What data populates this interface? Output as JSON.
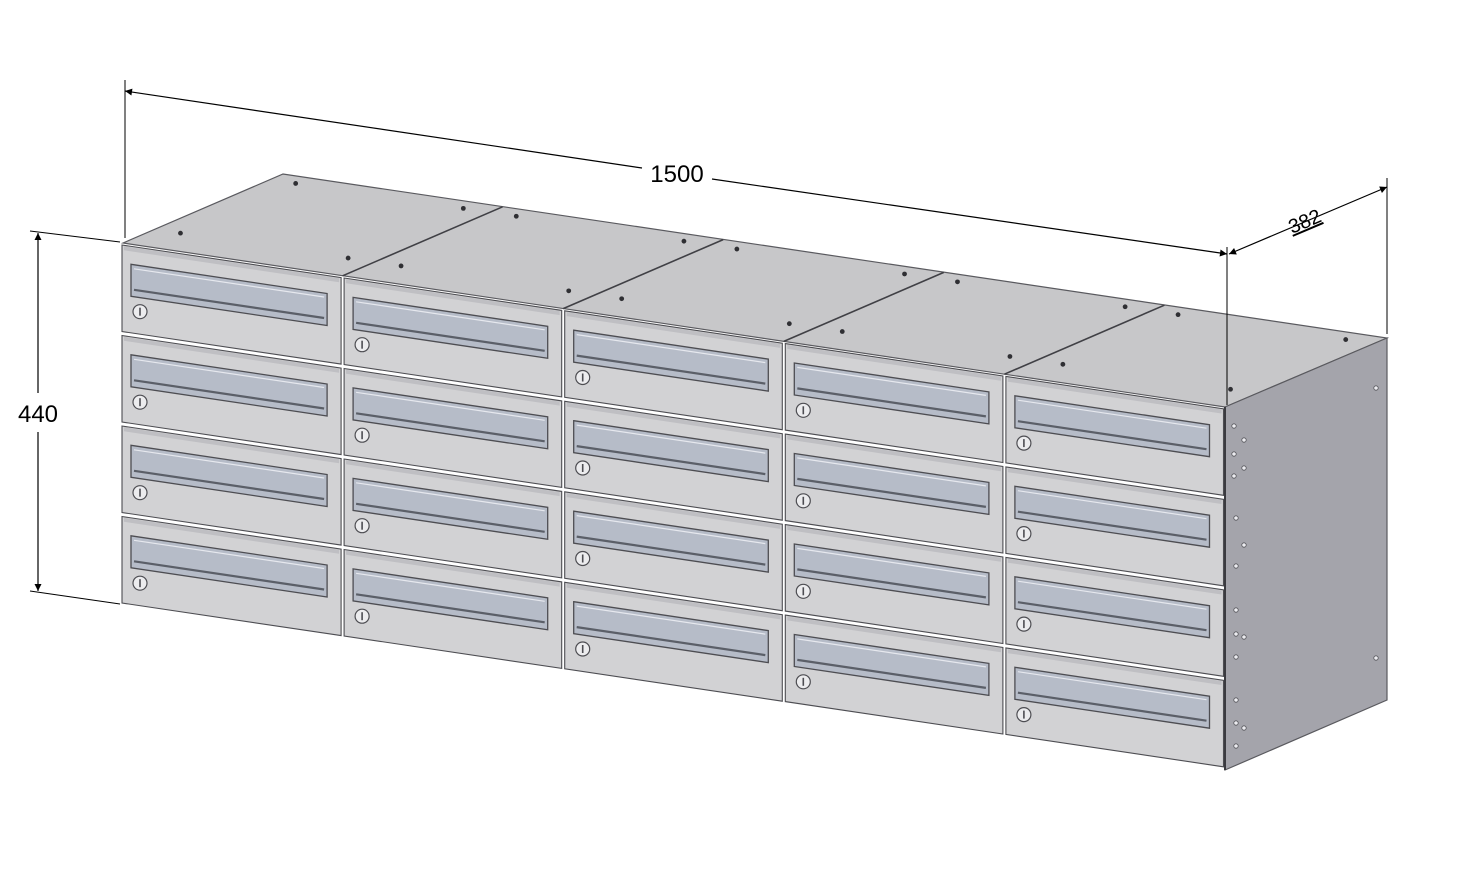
{
  "dimensions": {
    "width": "1500",
    "height": "440",
    "depth": "382"
  },
  "grid": {
    "columns": 5,
    "rows": 4
  },
  "colors": {
    "front_panel": "#d2d2d4",
    "top_panel": "#c7c7c9",
    "side_panel": "#a4a4ab",
    "slot": "#b6bcc8",
    "outline": "#4d4d52",
    "dimension_line": "#000000"
  }
}
